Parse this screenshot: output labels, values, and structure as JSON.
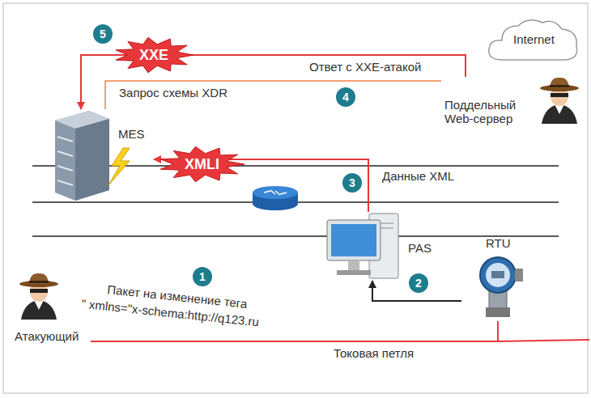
{
  "diagram": {
    "nodes": [
      {
        "text": [
          "XXE"
        ]
      },
      {
        "text": [
          "Internet"
        ]
      },
      {
        "text": [
          "Поддельный Web-сервер"
        ]
      },
      {
        "text": [
          "MES"
        ]
      },
      {
        "text": [
          "XMLI"
        ]
      },
      {
        "text": [
          "PAS"
        ]
      },
      {
        "text": [
          "RTU"
        ]
      },
      {
        "text": [
          "Атакующий"
        ]
      }
    ],
    "edges": [
      {
        "from": 2,
        "to": 3,
        "arrow": "to"
      },
      {
        "from": 3,
        "to": 2,
        "arrow": "none"
      },
      {
        "from": 5,
        "to": 3,
        "arrow": "to"
      },
      {
        "from": 6,
        "to": 5,
        "arrow": "to"
      },
      {
        "from": 7,
        "to": 6,
        "arrow": "none"
      }
    ],
    "labels": [
      "1",
      "2",
      "3",
      "4",
      "5",
      "Ответ с XXE-атакой",
      "Запрос схемы XDR",
      "Данные XML",
      "Пакет на изменение тега",
      "\" xmlns=\"x-schema:http://q123.ru",
      "Токовая петля"
    ]
  }
}
